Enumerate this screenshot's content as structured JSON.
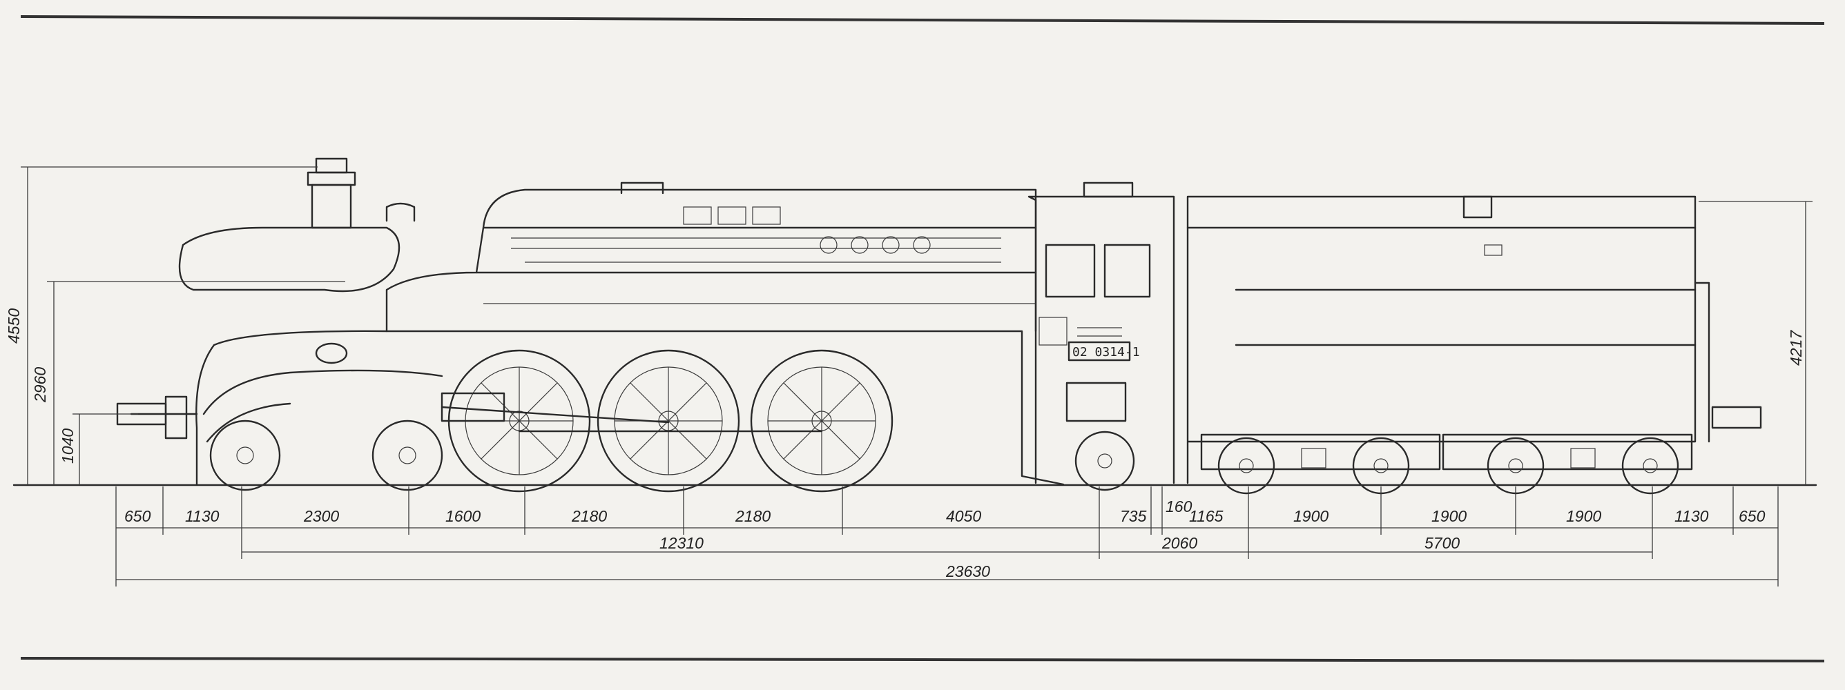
{
  "locomotive": {
    "number": "02 0314-1"
  },
  "dimensions": {
    "heights": {
      "overall": "4550",
      "boiler_axis": "2960",
      "buffer": "1040",
      "tender": "4217"
    },
    "segments": [
      "650",
      "1130",
      "2300",
      "1600",
      "2180",
      "2180",
      "4050",
      "735",
      "160",
      "1165",
      "1900",
      "1900",
      "1900",
      "1130",
      "650"
    ],
    "totals": {
      "wheelbase_loco": "12310",
      "tender_gap": "2060",
      "tender_wheelbase": "5700",
      "overall_length": "23630"
    }
  }
}
